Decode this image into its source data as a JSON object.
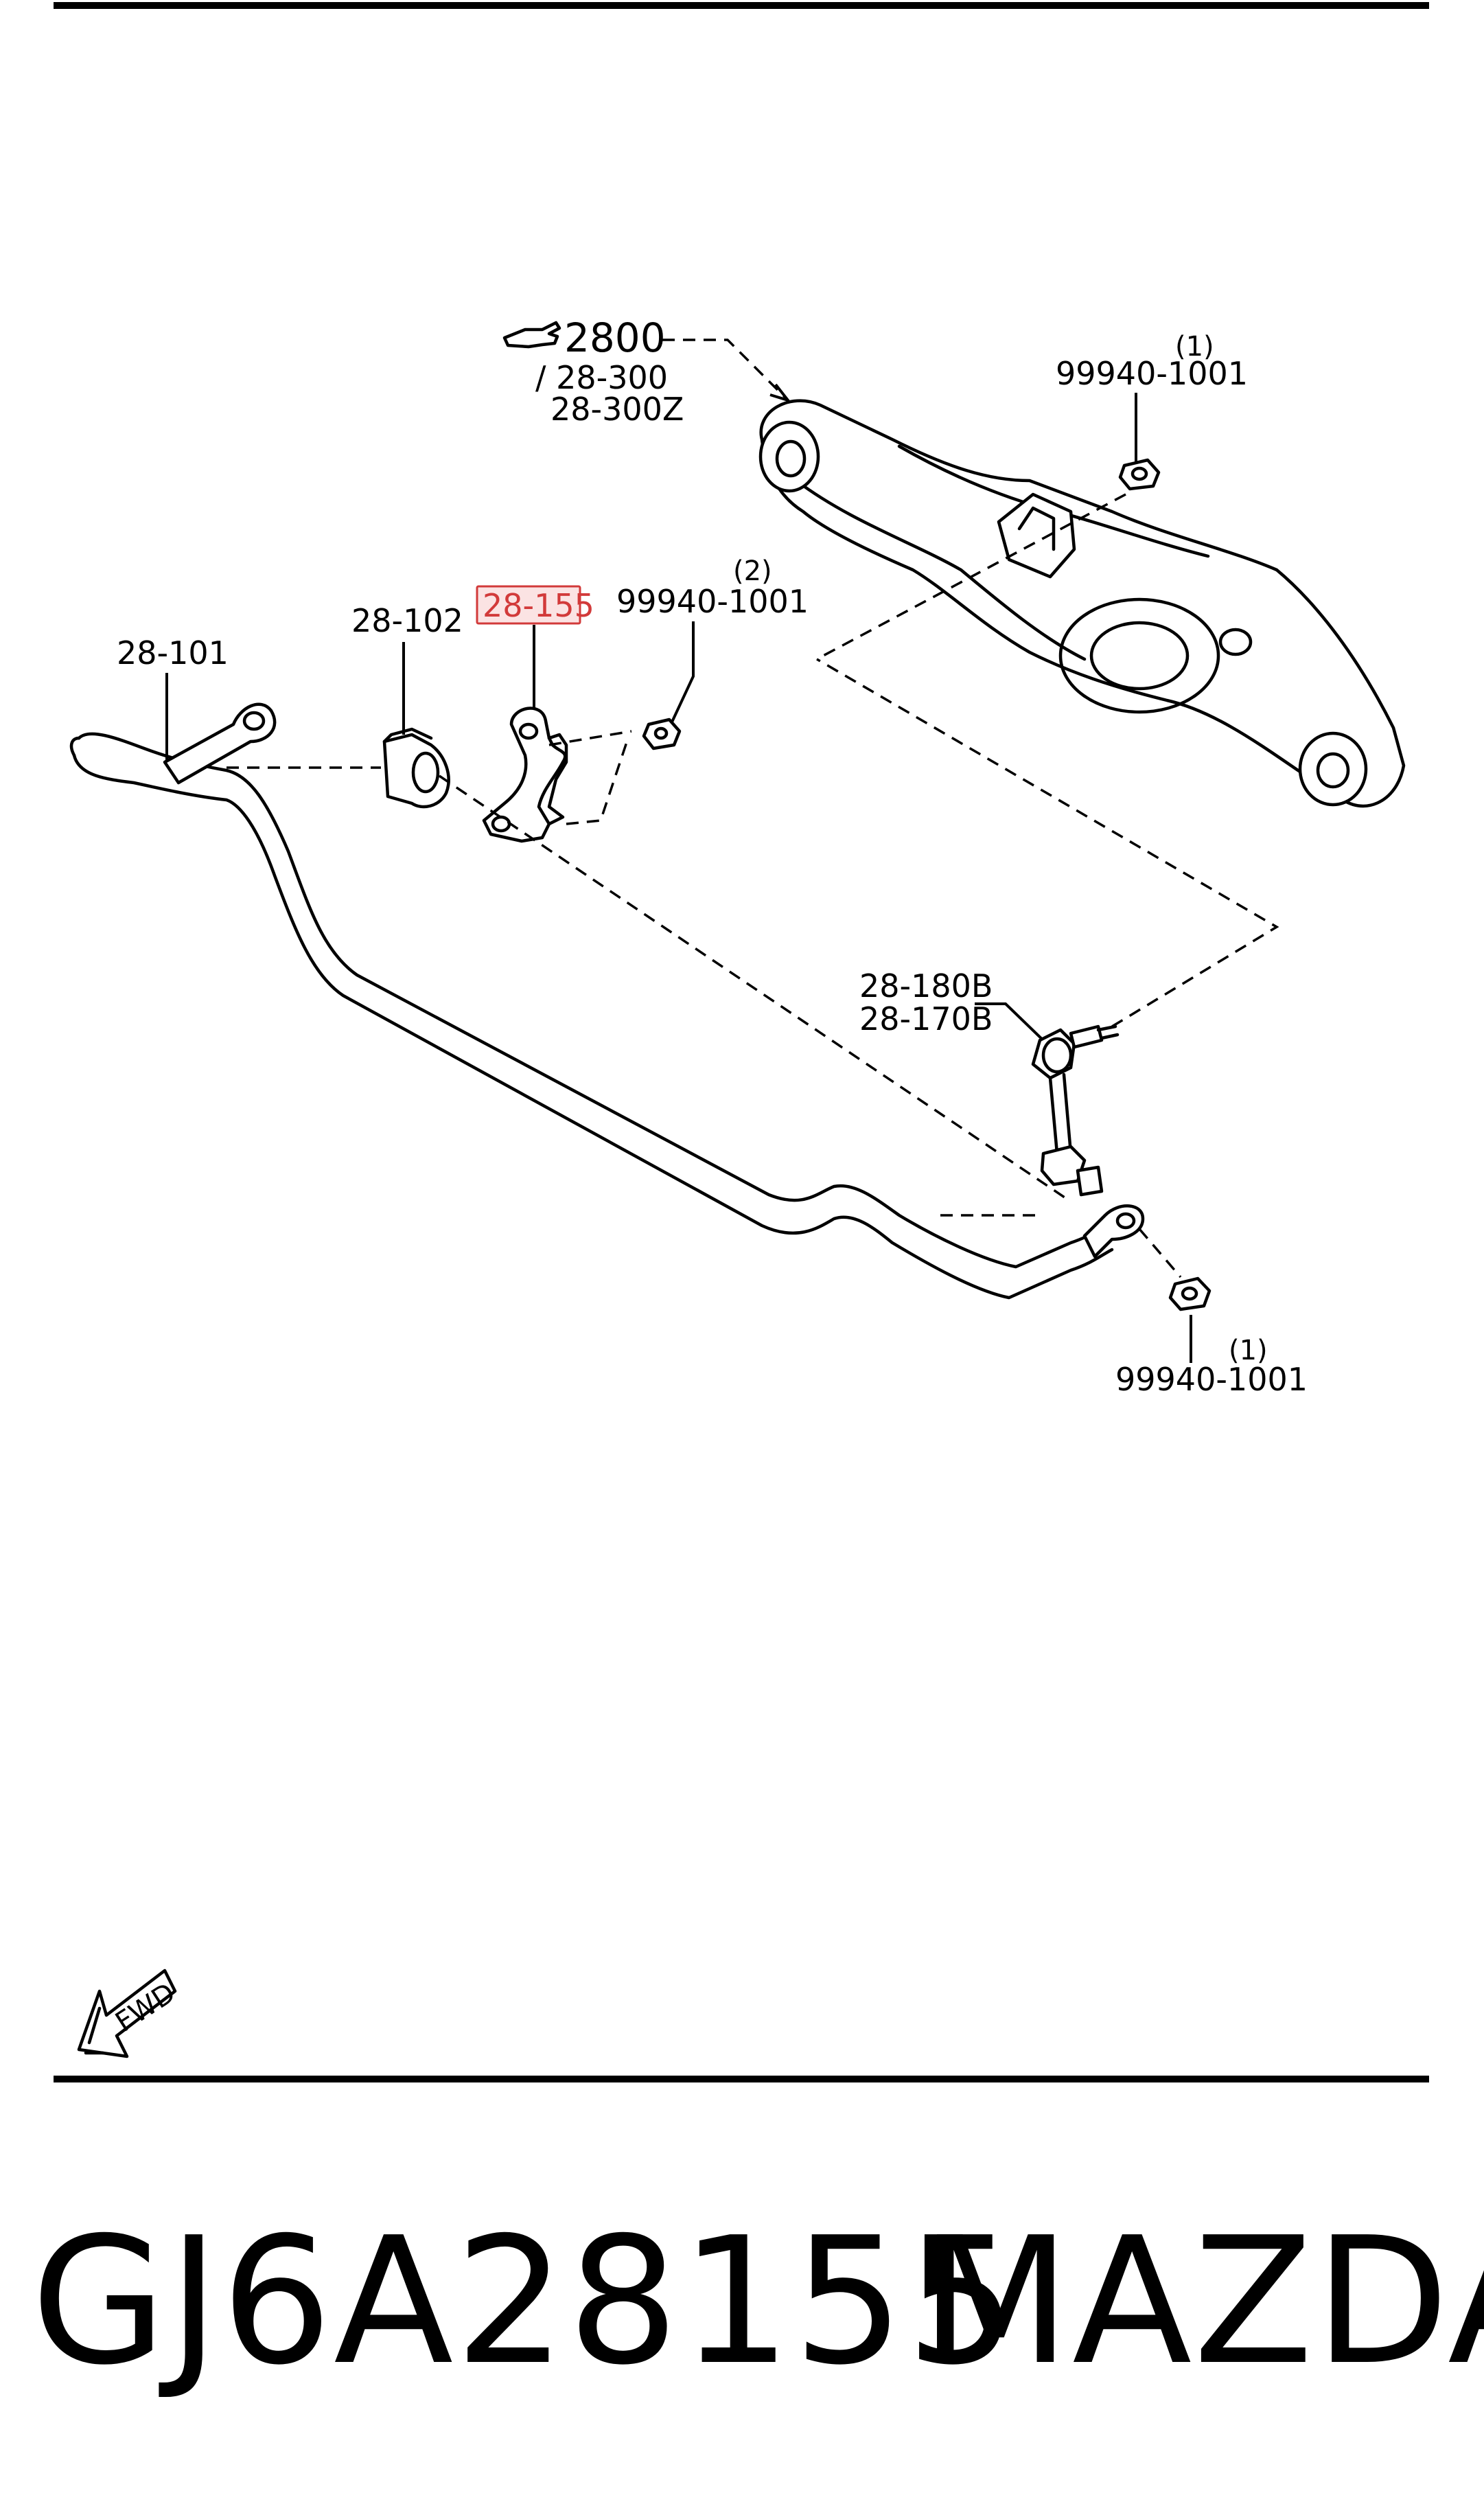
{
  "callouts": {
    "assembly": "2800",
    "assembly_sub1": "/ 28-300",
    "assembly_sub2": "28-300Z",
    "nut_top": "99940-1001",
    "nut_top_qty": "(1)",
    "bushing": "28-102",
    "stabilizer_bar": "28-101",
    "bracket_highlighted": "28-155",
    "nut_bracket": "99940-1001",
    "nut_bracket_qty": "(2)",
    "link_1": "28-180B",
    "link_2": "28-170B",
    "nut_bottom": "99940-1001",
    "nut_bottom_qty": "(1)"
  },
  "fwd_label": "FWD",
  "caption": {
    "part_number": "GJ6A28155",
    "brand": "MAZDA"
  },
  "colors": {
    "highlight": "#d23a3a",
    "highlight_fill": "#fbe3e3",
    "line": "#000000"
  }
}
